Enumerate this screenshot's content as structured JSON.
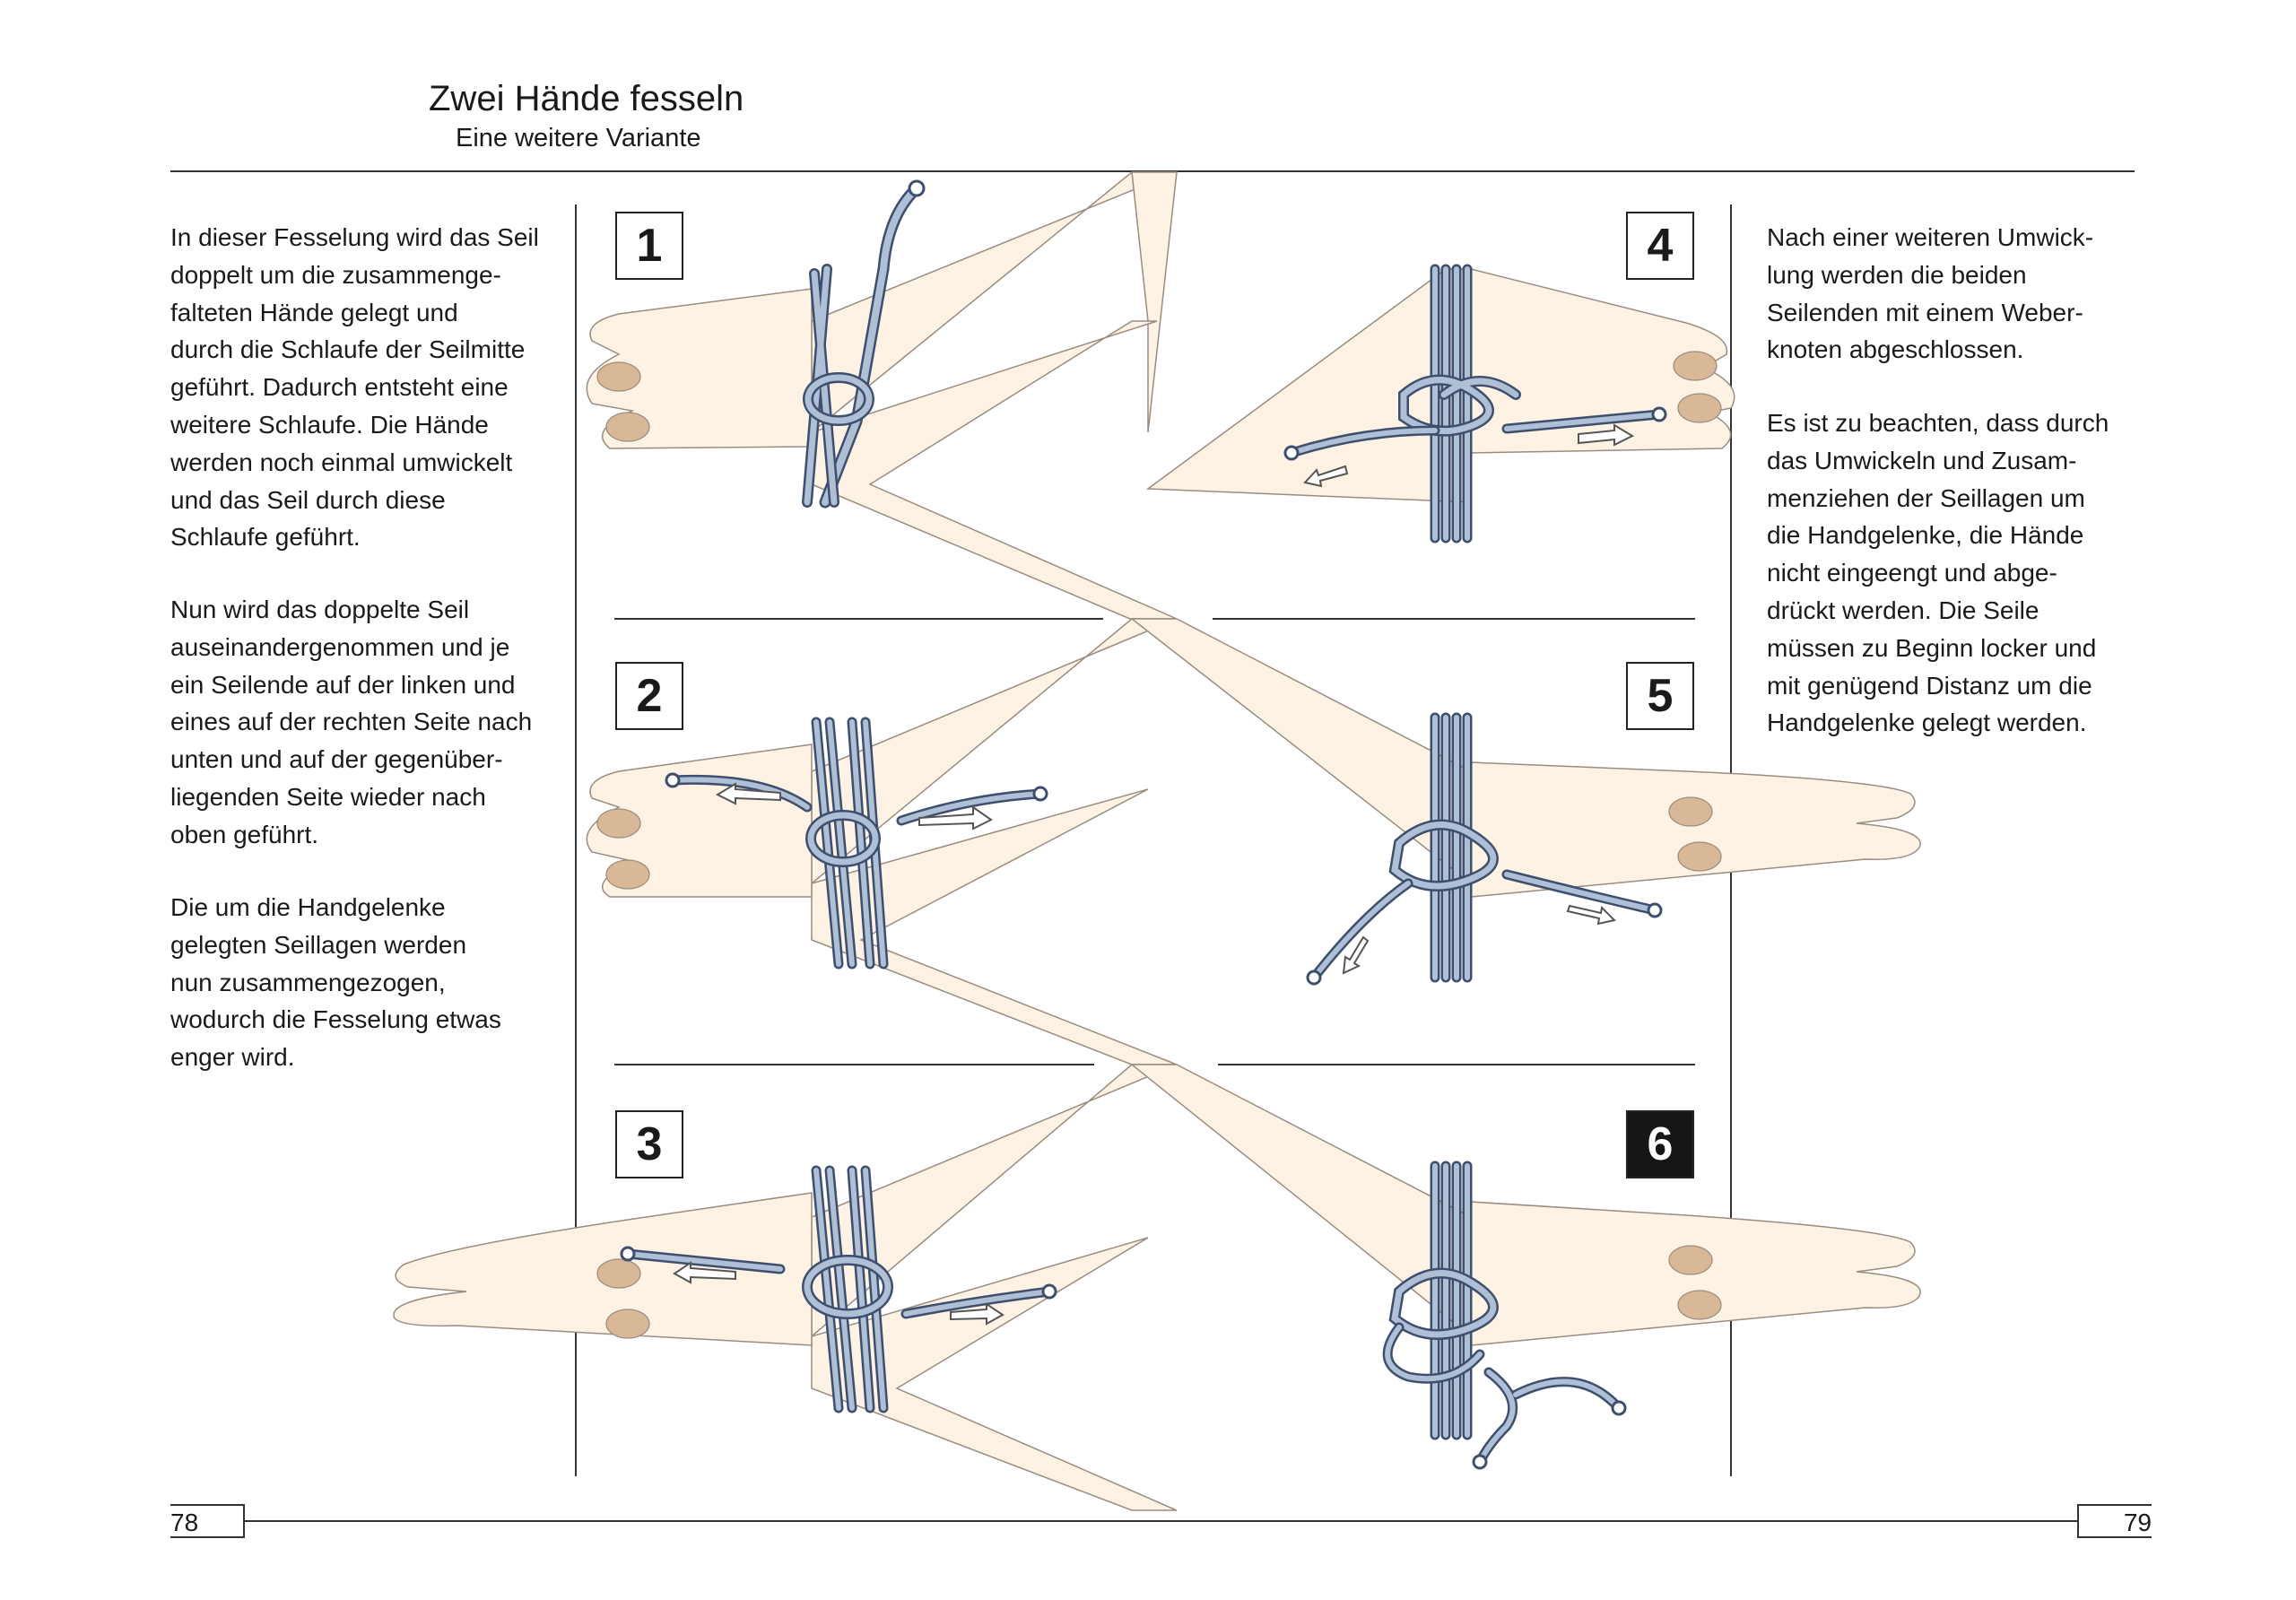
{
  "header": {
    "title": "Zwei Hände fesseln",
    "subtitle": "Eine weitere Variante"
  },
  "left_text": {
    "paragraphs": [
      "In dieser Fesselung wird das Seil\ndoppelt um die zusammenge-\nfalteten Hände gelegt und\ndurch die Schlaufe der Seilmitte\ngeführt. Dadurch entsteht eine\nweitere Schlaufe. Die Hände\nwerden noch einmal umwickelt\nund das Seil durch diese\nSchlaufe geführt.",
      "Nun wird das doppelte Seil\nauseinandergenommen und je\nein Seilende auf der linken und\neines auf der rechten Seite nach\nunten und auf der gegenüber-\nliegenden Seite wieder nach\noben geführt.",
      "Die um die Handgelenke\ngelegten Seillagen werden\nnun zusammengezogen,\nwodurch die Fesselung etwas\nenger wird."
    ]
  },
  "right_text": {
    "paragraphs": [
      "Nach einer weiteren Umwick-\nlung werden die beiden\nSeilenden mit einem Weber-\nknoten abgeschlossen.",
      "Es ist zu beachten, dass durch\ndas Umwickeln und Zusam-\nmenziehen der Seillagen um\ndie Handgelenke, die Hände\nnicht eingeengt und abge-\ndrückt werden. Die Seile\nmüssen zu Beginn locker und\nmit genügend Distanz um die\nHandgelenke gelegt werden."
    ]
  },
  "steps": [
    "1",
    "2",
    "3",
    "4",
    "5",
    "6"
  ],
  "highlighted_step": "6",
  "footer": {
    "page_left": "78",
    "page_right": "79"
  },
  "colors": {
    "skin": "#fdf2e4",
    "skin_outline": "#9a8c80",
    "nail": "#d9b898",
    "rope_fill": "#aebfd6",
    "rope_outline": "#3e4f6e",
    "rule": "#333333",
    "step_dark_bg": "#161616"
  }
}
